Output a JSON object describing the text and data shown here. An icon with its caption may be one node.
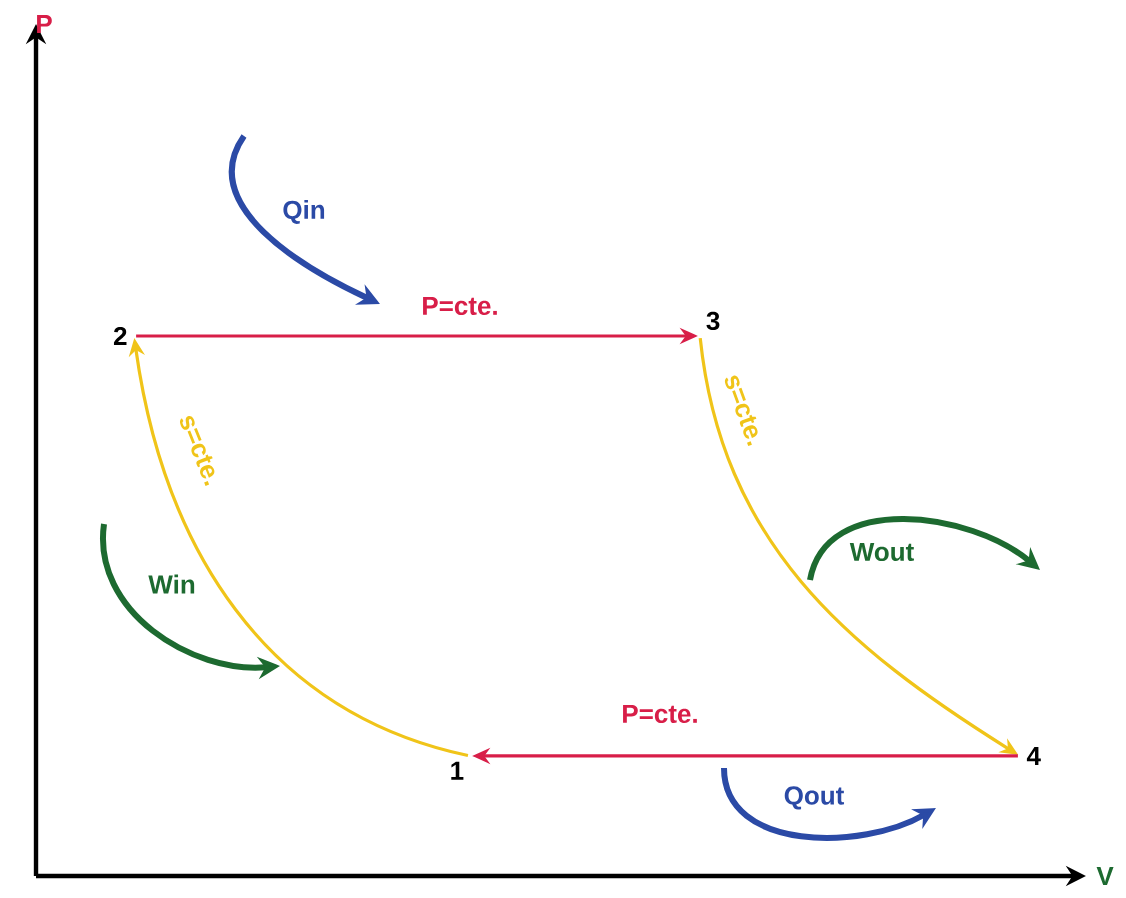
{
  "diagram": {
    "nodes": [
      {
        "text": [
          "1"
        ]
      },
      {
        "text": [
          "2"
        ]
      },
      {
        "text": [
          "3"
        ]
      },
      {
        "text": [
          "4"
        ]
      }
    ],
    "edges": [
      {
        "from": 0,
        "to": 1,
        "arrow": "to",
        "label": "s=cte.",
        "color": "#f0c419"
      },
      {
        "from": 1,
        "to": 2,
        "arrow": "to",
        "label": "P=cte.",
        "color": "#d81e48"
      },
      {
        "from": 2,
        "to": 3,
        "arrow": "to",
        "label": "s=cte.",
        "color": "#f0c419"
      },
      {
        "from": 3,
        "to": 0,
        "arrow": "to",
        "label": "P=cte.",
        "color": "#d81e48"
      }
    ],
    "labels": [
      "P",
      "Qin",
      "Win",
      "Wout",
      "Qout",
      "V"
    ]
  }
}
